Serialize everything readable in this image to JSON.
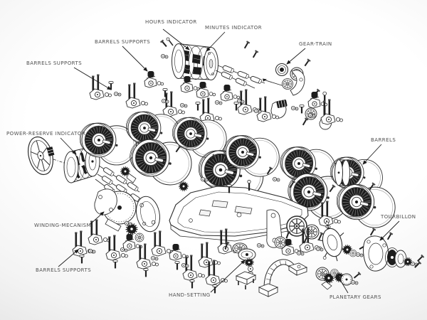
{
  "figure": {
    "kind": "exploded-view technical illustration",
    "subject": "mechanical watch movement"
  },
  "labels": [
    {
      "id": "hours-indicator",
      "text": "HOURS INDICATOR"
    },
    {
      "id": "minutes-indicator",
      "text": "MINUTES INDICATOR"
    },
    {
      "id": "barrels-supports-top",
      "text": "BARRELS SUPPORTS"
    },
    {
      "id": "barrels-supports-left",
      "text": "BARRELS SUPPORTS"
    },
    {
      "id": "gear-train",
      "text": "GEAR-TRAIN"
    },
    {
      "id": "power-reserve-indicator",
      "text": "POWER-RESERVE INDICATOR"
    },
    {
      "id": "barrels",
      "text": "BARRELS"
    },
    {
      "id": "winding-mecanism",
      "text": "WINDING-MECANISM"
    },
    {
      "id": "barrels-supports-bottom",
      "text": "BARRELS SUPPORTS"
    },
    {
      "id": "hand-setting",
      "text": "HAND-SETTING"
    },
    {
      "id": "tourbillon",
      "text": "TOURBILLON"
    },
    {
      "id": "planetary-gears",
      "text": "PLANETARY GEARS"
    }
  ],
  "colors": {
    "ink": "#2c2c2c",
    "dark_fill": "#1d1d1d",
    "label_text": "#4f4f4f",
    "background_center": "#ffffff",
    "background_edge": "#d6d6d6"
  }
}
